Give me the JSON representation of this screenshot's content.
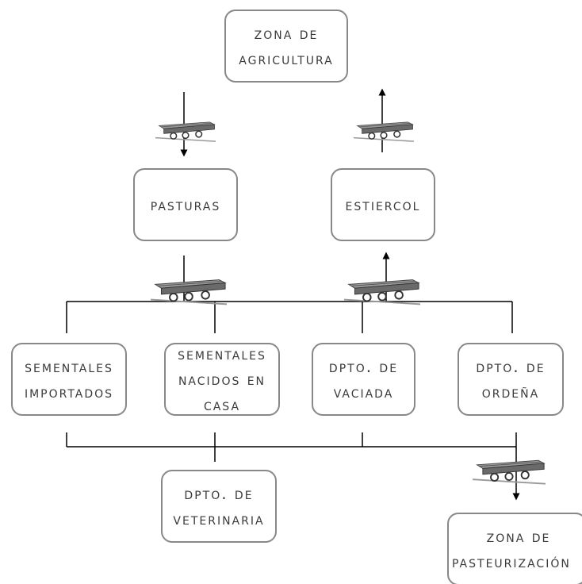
{
  "nodes": {
    "zona_agricultura": [
      "Zona de",
      "Agricultura"
    ],
    "pasturas": [
      "Pasturas"
    ],
    "estiercol": [
      "Estiercol"
    ],
    "sementales_importados": [
      "Sementales",
      "Importados"
    ],
    "sementales_nacidos": [
      "Sementales",
      "Nacidos en",
      "Casa"
    ],
    "dpto_vaciada": [
      "Dpto. de",
      "Vaciada"
    ],
    "dpto_ordena": [
      "Dpto. de",
      "Ordeña"
    ],
    "dpto_veterinaria": [
      "Dpto. de",
      "Veterinaria"
    ],
    "zona_pasteurizacion": [
      "Zona de",
      "Pasteurización"
    ]
  },
  "icons": {
    "cart": "mine-cart-icon",
    "arrow_up": "arrow-up-icon",
    "arrow_down": "arrow-down-icon"
  },
  "colors": {
    "line": "#000000",
    "box_border": "#888888",
    "text": "#3a3a3a"
  }
}
